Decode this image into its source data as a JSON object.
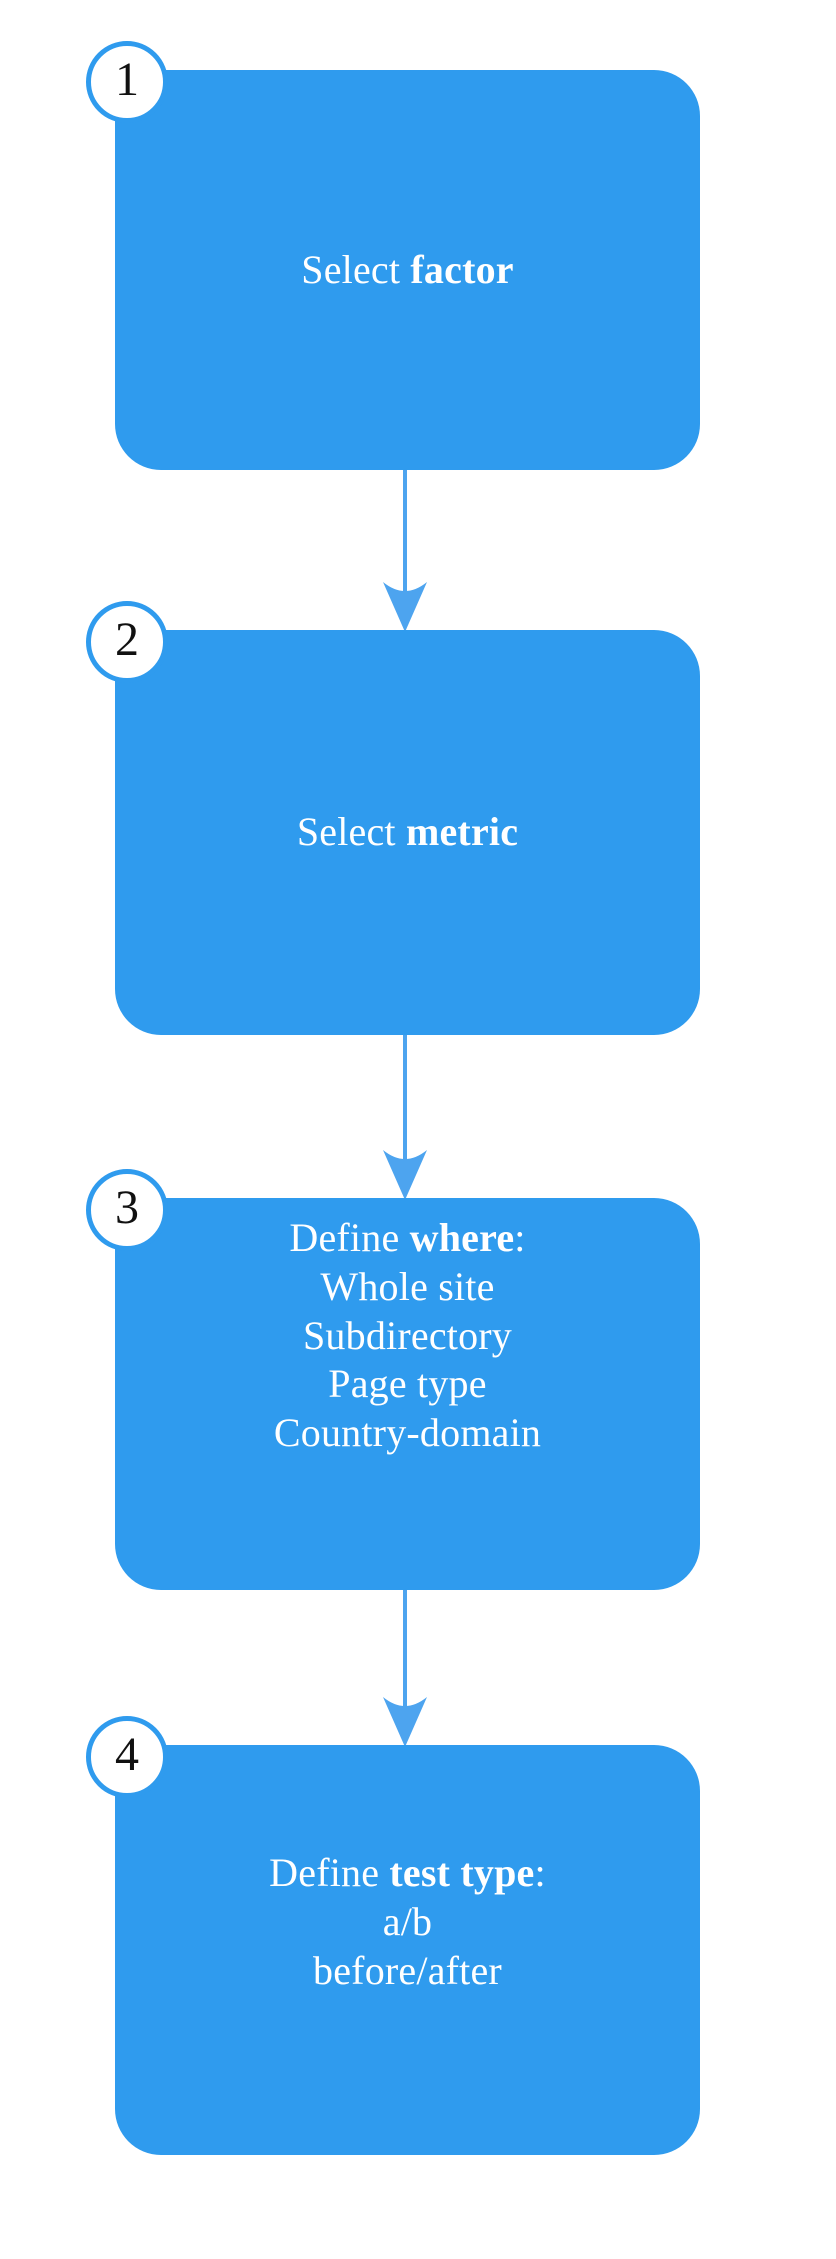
{
  "diagram": {
    "type": "flowchart",
    "orientation": "vertical",
    "title": "",
    "accent_color": "#2f9bee",
    "text_color": "#ffffff",
    "badge_text_color": "#111111",
    "background_color": "#ffffff",
    "steps": [
      {
        "number": "1",
        "lines": [
          {
            "prefix": "Select ",
            "bold": "factor",
            "suffix": ""
          }
        ],
        "plain_text": "Select factor"
      },
      {
        "number": "2",
        "lines": [
          {
            "prefix": "Select ",
            "bold": "metric",
            "suffix": ""
          }
        ],
        "plain_text": "Select metric"
      },
      {
        "number": "3",
        "lines": [
          {
            "prefix": "Define ",
            "bold": "where",
            "suffix": ":"
          },
          {
            "prefix": "Whole site",
            "bold": "",
            "suffix": ""
          },
          {
            "prefix": "Subdirectory",
            "bold": "",
            "suffix": ""
          },
          {
            "prefix": "Page type",
            "bold": "",
            "suffix": ""
          },
          {
            "prefix": "Country-domain",
            "bold": "",
            "suffix": ""
          }
        ],
        "plain_text": "Define where: Whole site Subdirectory Page type Country-domain"
      },
      {
        "number": "4",
        "lines": [
          {
            "prefix": "Define ",
            "bold": "test type",
            "suffix": ":"
          },
          {
            "prefix": "a/b",
            "bold": "",
            "suffix": ""
          },
          {
            "prefix": "before/after",
            "bold": "",
            "suffix": ""
          }
        ],
        "plain_text": "Define test type: a/b before/after"
      }
    ],
    "connectors": [
      {
        "from": "1",
        "to": "2",
        "icon": "down-arrow-icon"
      },
      {
        "from": "2",
        "to": "3",
        "icon": "down-arrow-icon"
      },
      {
        "from": "3",
        "to": "4",
        "icon": "down-arrow-icon"
      }
    ]
  }
}
